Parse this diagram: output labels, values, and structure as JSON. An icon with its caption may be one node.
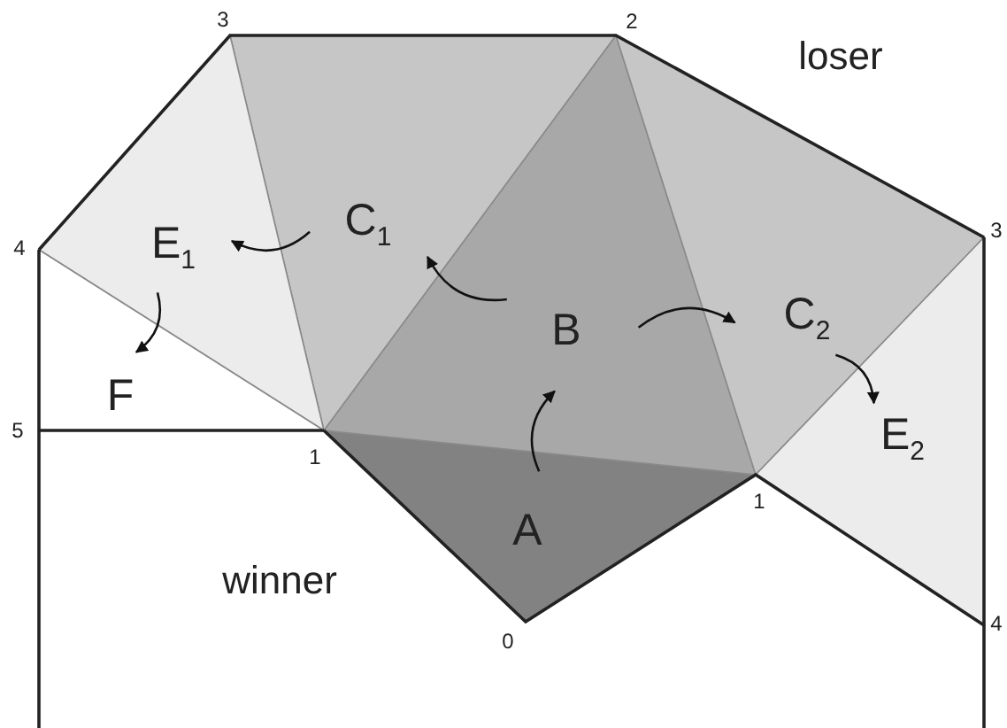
{
  "diagram": {
    "nodes": [
      {
        "text": [
          "A"
        ]
      },
      {
        "text": [
          "B"
        ]
      },
      {
        "text": [
          "C$_{1}$"
        ]
      },
      {
        "text": [
          "C$_{2}$"
        ]
      },
      {
        "text": [
          "E$_{1}$"
        ]
      },
      {
        "text": [
          "E$_{2}$"
        ]
      },
      {
        "text": [
          "F"
        ]
      }
    ],
    "edges": [
      {
        "from": 0,
        "to": 1,
        "arrow": "to"
      },
      {
        "from": 1,
        "to": 2,
        "arrow": "to"
      },
      {
        "from": 1,
        "to": 3,
        "arrow": "to"
      },
      {
        "from": 2,
        "to": 4,
        "arrow": "to"
      },
      {
        "from": 3,
        "to": 5,
        "arrow": "to"
      },
      {
        "from": 4,
        "to": 6,
        "arrow": "to"
      }
    ],
    "labels": [
      "3",
      "2",
      "loser",
      "3",
      "4",
      "5",
      "1",
      "1",
      "winner",
      "0",
      "4"
    ]
  }
}
